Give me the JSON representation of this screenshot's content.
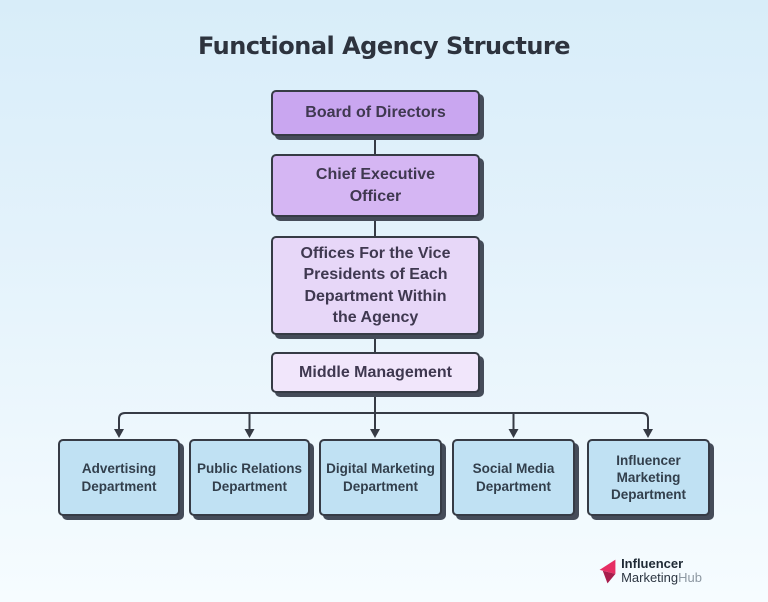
{
  "title": "Functional Agency Structure",
  "org_chart": {
    "type": "org-chart",
    "levels": [
      {
        "label": "Board of Directors"
      },
      {
        "label": "Chief Executive Officer"
      },
      {
        "label": "Offices For the Vice Presidents of Each Department Within the Agency"
      },
      {
        "label": "Middle Management"
      }
    ],
    "departments": [
      {
        "label": "Advertising Department"
      },
      {
        "label": "Public Relations Department"
      },
      {
        "label": "Digital Marketing Department"
      },
      {
        "label": "Social Media Department"
      },
      {
        "label": "Influencer Marketing Department"
      }
    ]
  },
  "logo": {
    "word1": "Influencer",
    "word2": "Marketing",
    "word3": "Hub"
  },
  "colors": {
    "background_top": "#d8edf9",
    "background_bottom": "#f6fcff",
    "outline": "#363b45",
    "title_text": "#2d333e",
    "level_1_fill": "#c9a6f0",
    "level_2_fill": "#d5b6f3",
    "level_3_fill": "#e7d7f8",
    "level_4_fill": "#f1e6fb",
    "department_fill": "#c0e1f3",
    "logo_pink": "#e62e63",
    "logo_dark_pink": "#a81d4c",
    "logo_text_dark": "#1f2a35",
    "logo_text_gray": "#8d98a2"
  }
}
